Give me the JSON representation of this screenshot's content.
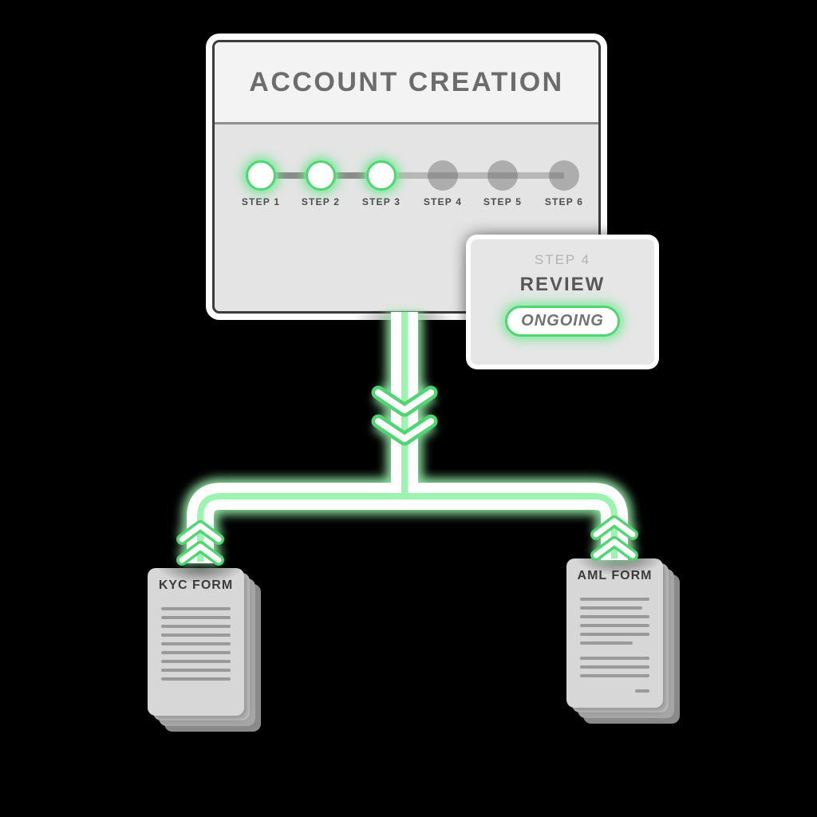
{
  "colors": {
    "background": "#000000",
    "green": "#4fd673",
    "green_glow": "#98f2ac",
    "main_card_header_bg": "#f3f3f3",
    "main_card_body_bg": "#e4e4e4",
    "detail_card_bg": "#e6e6e6",
    "document_bg": "#d7d7d7",
    "title_text": "#6c6c6c",
    "step_label_text": "#4c4c4c",
    "pending_dot": "#adadad",
    "done_track": "#8b8b8b",
    "document_line": "#9a9a9a"
  },
  "main_card": {
    "title": "ACCOUNT CREATION",
    "steps": [
      {
        "label": "STEP 1",
        "state": "done"
      },
      {
        "label": "STEP 2",
        "state": "done"
      },
      {
        "label": "STEP 3",
        "state": "done"
      },
      {
        "label": "STEP 4",
        "state": "pending"
      },
      {
        "label": "STEP 5",
        "state": "pending"
      },
      {
        "label": "STEP 6",
        "state": "pending"
      }
    ]
  },
  "detail_card": {
    "step_label": "STEP 4",
    "title": "REVIEW",
    "status_badge": "ONGOING"
  },
  "documents": [
    {
      "title": "KYC FORM",
      "lines": [
        {
          "w": 100
        },
        {
          "w": 100
        },
        {
          "w": 100
        },
        {
          "w": 100
        },
        {
          "w": 100
        },
        {
          "w": 100
        },
        {
          "w": 100
        },
        {
          "w": 100
        },
        {
          "w": 100
        }
      ]
    },
    {
      "title": "AML FORM",
      "lines": [
        {
          "w": 100
        },
        {
          "w": 90
        },
        {
          "w": 100
        },
        {
          "w": 100
        },
        {
          "w": 100
        },
        {
          "w": 76
        },
        {
          "w": 100,
          "gap": true
        },
        {
          "w": 100
        },
        {
          "w": 100
        },
        {
          "w": 21,
          "gap": true,
          "align": "right"
        }
      ]
    }
  ],
  "icons": {
    "center_arrow": "double-chevron-down",
    "branch_arrows": "double-chevron-up"
  }
}
